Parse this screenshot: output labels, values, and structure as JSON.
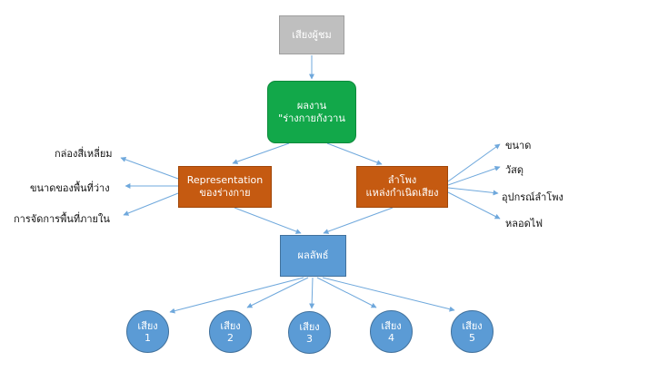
{
  "nodes": {
    "audience": "เสียงผู้ชม",
    "performance": [
      "ผลงาน",
      "\"ร่างกายกังวาน"
    ],
    "representation": [
      "Representation",
      "ของร่างกาย"
    ],
    "speaker": [
      "ลำโพง",
      "แหล่งกำเนิดเสียง"
    ],
    "result": "ผลลัพธ์"
  },
  "left_labels": [
    "กล่องสี่เหลี่ยม",
    "ขนาดของพื้นที่ว่าง",
    "การจัดการพื้นที่ภายใน"
  ],
  "right_labels": [
    "ขนาด",
    "วัสดุ",
    "อุปกรณ์ลำโพง",
    "หลอดไฟ"
  ],
  "outputs": [
    {
      "word": "เสียง",
      "num": "1"
    },
    {
      "word": "เสียง",
      "num": "2"
    },
    {
      "word": "เสียง",
      "num": "3"
    },
    {
      "word": "เสียง",
      "num": "4"
    },
    {
      "word": "เสียง",
      "num": "5"
    }
  ],
  "colors": {
    "audience": "#bfbfbf",
    "performance": "#12a84a",
    "representation": "#c55a11",
    "speaker": "#c55a11",
    "result": "#5b9bd5",
    "outputs": "#5b9bd5",
    "arrow": "#6fa8dc"
  }
}
